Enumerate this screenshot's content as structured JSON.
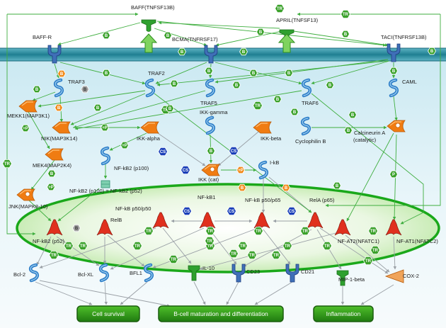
{
  "nodes": {
    "baff": "BAFF(TNFSF13B)",
    "april": "APRIL(TNFSF13)",
    "baffr": "BAFF-R",
    "bcma": "BCMA(TNFRSF17)",
    "taci": "TACI(TNFRSF13B)",
    "traf3": "TRAF3",
    "traf2": "TRAF2",
    "traf5": "TRAF5",
    "traf6": "TRAF6",
    "caml": "CAML",
    "mekk1": "MEKK1(MAP3K1)",
    "nik": "NIK(MAP3K14)",
    "ikkalpha": "IKK-alpha",
    "ikkgamma": "IKK-gamma",
    "ikkbeta": "IKK-beta",
    "cyclophilin": "Cyclophilin B",
    "calcineurin": "Calcineurin A\n(catalytic)",
    "mek4": "MEK4(MAP2K4)",
    "nfkb2p100": "NF-kB2 (p100)",
    "ikb": "I-kB",
    "ikkcat": "IKK (cat)",
    "cleavage": "NF-kB2 (p100) = NF-kB2 (p52)",
    "jnk": "JNK(MAPK8-10)",
    "nfkb1": "NF-kB1",
    "nfkbp50p50": "NF-kB p50/p50",
    "nfkbp50p65": "NF-kB p50/p65",
    "rela": "RelA (p65)",
    "relb": "RelB",
    "nfkb2p52": "NF-kB2 (p52)",
    "nfat2": "NF-AT2(NFATC1)",
    "nfat1": "NF-AT1(NFATC2)",
    "bcl2": "Bcl-2",
    "bclxl": "Bcl-XL",
    "bfl1": "BFL1",
    "il10": "IL-10",
    "cd23": "CD23",
    "cd21": "CD21",
    "mip1b": "MIP-1-beta",
    "cox2": "COX-2"
  },
  "outcomes": {
    "survival": "Cell survival",
    "maturation": "B-cell maturation and differentiation",
    "inflammation": "Inflammation"
  },
  "badges": {
    "binding": "B",
    "transcription": "TR",
    "phosphorylation": "+P",
    "p": "P",
    "cs": "CS"
  },
  "colors": {
    "membrane": "#2f8fa0",
    "membrane_dark": "#1b6f80",
    "nucleus_fill": "#dff2d2",
    "nucleus_stroke": "#1aa81a",
    "badge_green": "#3aa12a",
    "badge_orange": "#f08a1a",
    "badge_blue": "#1a3fb8",
    "outcome_fill": "#2e9a1a",
    "receptor": "#3f6fb8",
    "ligand": "#2fa02f",
    "kinase": "#f07c12",
    "tf": "#e0301e",
    "protein": "#2e7ec8",
    "edge_green": "#3fae3f",
    "edge_gray": "#9aa0a6"
  }
}
